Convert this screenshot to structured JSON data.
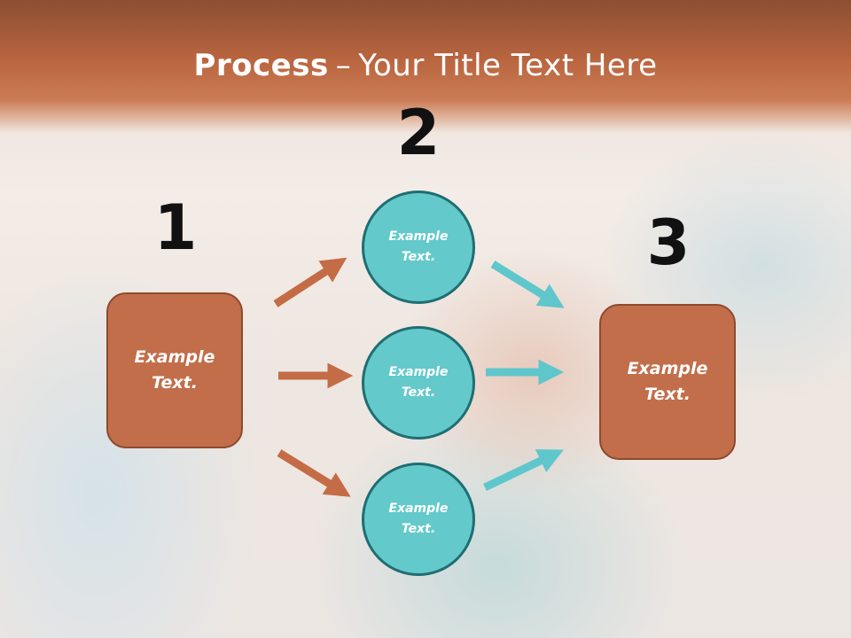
{
  "title": {
    "bold": "Process",
    "separator": "–",
    "rest": "Your Title Text Here"
  },
  "steps": [
    {
      "number": "1",
      "text": "Example Text."
    },
    {
      "number": "2",
      "texts": [
        "Example Text.",
        "Example Text.",
        "Example Text."
      ]
    },
    {
      "number": "3",
      "text": "Example Text."
    }
  ],
  "colors": {
    "header": "#b9653f",
    "box_fill": "#c26e4b",
    "box_border": "#8e4a2d",
    "circle_fill": "#64c9cb",
    "circle_border": "#1f6e72",
    "arrow_orange": "#c46c46",
    "arrow_teal": "#5fc7cc"
  }
}
